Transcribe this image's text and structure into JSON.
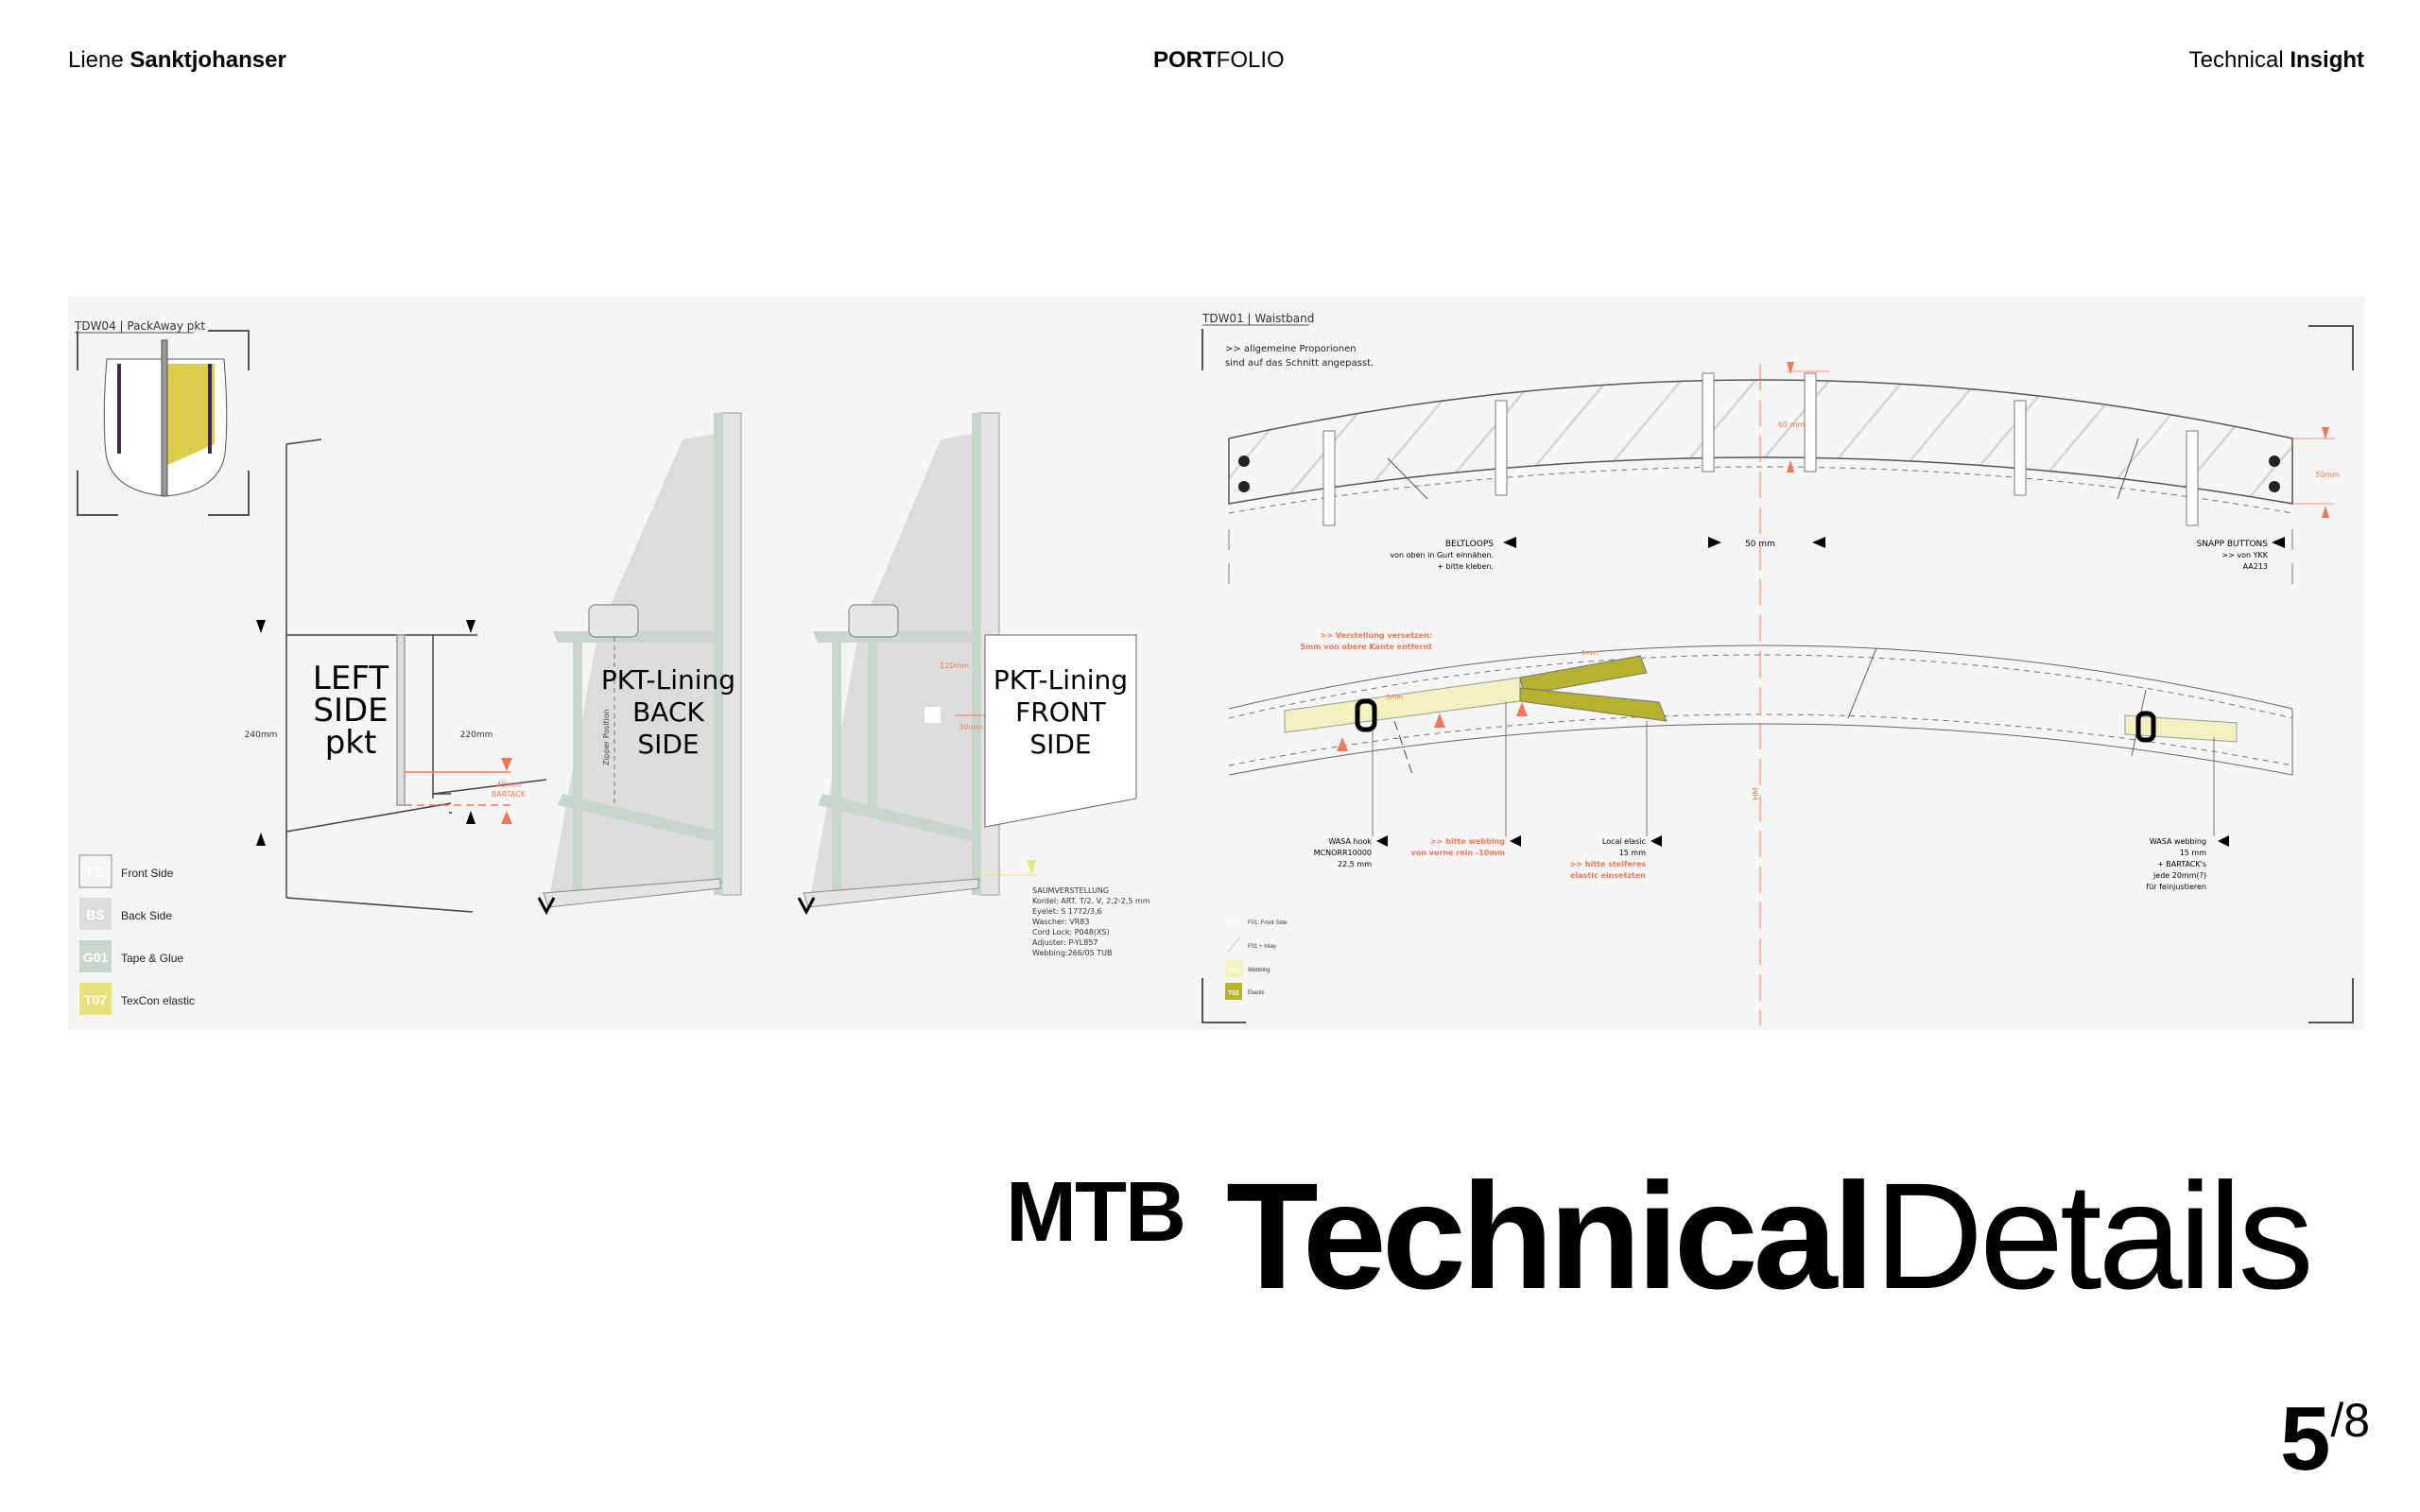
{
  "header": {
    "author_first": "Liene",
    "author_last": "Sanktjohanser",
    "center_bold": "PORT",
    "center_light": "FOLIO",
    "right_light": "Technical",
    "right_bold": "Insight"
  },
  "left_panel": {
    "label": "TDW04 | PackAway pkt",
    "left_side": {
      "lines": [
        "LEFT",
        "SIDE",
        "pkt"
      ],
      "dim_height": "240mm",
      "dim_inner": "220mm",
      "bartack": [
        "40mm",
        "BARTACK"
      ]
    },
    "back_side": {
      "lines": [
        "PKT-Lining",
        "BACK",
        "SIDE"
      ],
      "zipper": "Zipper Position"
    },
    "front_side": {
      "lines": [
        "PKT-Lining",
        "FRONT",
        "SIDE"
      ],
      "dim_a": "120mm",
      "dim_b": "30mm"
    },
    "hem_spec": [
      "SAUMVERSTELLUNG",
      "Kordel: ART. T/2. V, 2,2-2,5 mm",
      "Eyelet: S 1772/3,6",
      "Wascher: VR83",
      "Cord Lock: P048(XS)",
      "Adjuster: P-YL857",
      "Webbing:266/05 TUB"
    ],
    "legend": [
      {
        "code": "FS",
        "label": "Front Side",
        "color": "#f5f5f5"
      },
      {
        "code": "BS",
        "label": "Back Side",
        "color": "#dcdcdc"
      },
      {
        "code": "G01",
        "label": "Tape & Glue",
        "color": "#c8d5cb"
      },
      {
        "code": "T07",
        "label": "TexCon elastic",
        "color": "#e8e27a"
      }
    ]
  },
  "right_panel": {
    "label": "TDW01 | Waistband",
    "note": [
      ">> allgemeine Proporionen",
      "sind auf das Schnitt angepasst."
    ],
    "dim_60": "60 mm",
    "dim_50_side": "50mm",
    "dim_50_loop": "50 mm",
    "beltloops": [
      "BELTLOOPS",
      "von oben in Gurt einnähen.",
      "+ bitte kleben."
    ],
    "snapp": [
      "SNAPP BUTTONS",
      ">> von YKK",
      "AA213"
    ],
    "verstellung": [
      ">> Verstellung versetzen:",
      "5mm von obere Kante entfernt"
    ],
    "mm5": "5mm",
    "hm": "HM",
    "wasa_hook": [
      "WASA hook",
      "MCNORR10000",
      "22.5 mm"
    ],
    "bitte_webbing": [
      ">> bitte webbing",
      "von vorne rein -10mm"
    ],
    "local_elastic": [
      "Local elasic",
      "15 mm"
    ],
    "steiferes": [
      ">> bitte steiferes",
      "elastic einsetzten"
    ],
    "wasa_webbing": [
      "WASA webbing",
      "15 mm",
      "+ BARTACK's",
      "jede 20mm(?)",
      "für feinjustieren"
    ],
    "legend": [
      {
        "code": "F01",
        "label": "F01: Front Side",
        "color": "#f5f5f5"
      },
      {
        "code": "",
        "label": "F01 + Inlay",
        "color": "#f5f5f5"
      },
      {
        "code": "T01",
        "label": "Webbing",
        "color": "#f3f1c0"
      },
      {
        "code": "T02",
        "label": "Elastic",
        "color": "#b5b02e"
      }
    ]
  },
  "title": {
    "prefix": "MTB",
    "bold": "Technical",
    "light": "Details"
  },
  "page": {
    "current": "5",
    "total": "/8"
  },
  "colors": {
    "accent": "#f0785a",
    "panel": "#f5f5f5",
    "webbing": "#f3f1c0",
    "elastic": "#b5b02e",
    "texcon": "#ddd34f"
  }
}
